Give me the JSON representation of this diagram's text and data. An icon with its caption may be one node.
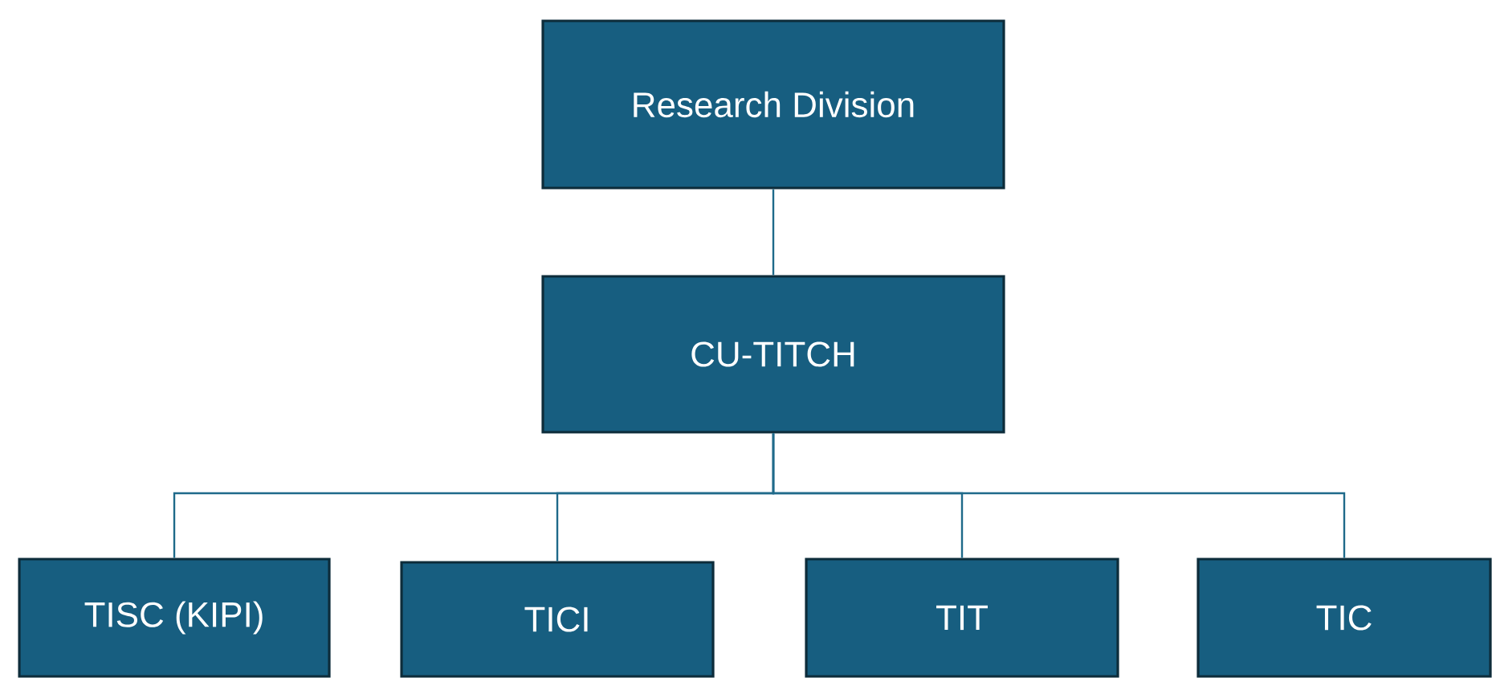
{
  "diagram": {
    "nodes": [
      {
        "text": [
          "Research Division"
        ]
      },
      {
        "text": [
          "CU-TITCH"
        ]
      },
      {
        "text": [
          "TISC (KIPI)"
        ]
      },
      {
        "text": [
          "TICI"
        ]
      },
      {
        "text": [
          "TIT"
        ]
      },
      {
        "text": [
          "TIC"
        ]
      }
    ],
    "edges": [
      {
        "from": 0,
        "to": 1,
        "arrow": "none"
      },
      {
        "from": 1,
        "to": 2,
        "arrow": "none"
      },
      {
        "from": 1,
        "to": 3,
        "arrow": "none"
      },
      {
        "from": 1,
        "to": 4,
        "arrow": "none"
      },
      {
        "from": 1,
        "to": 5,
        "arrow": "none"
      }
    ]
  }
}
